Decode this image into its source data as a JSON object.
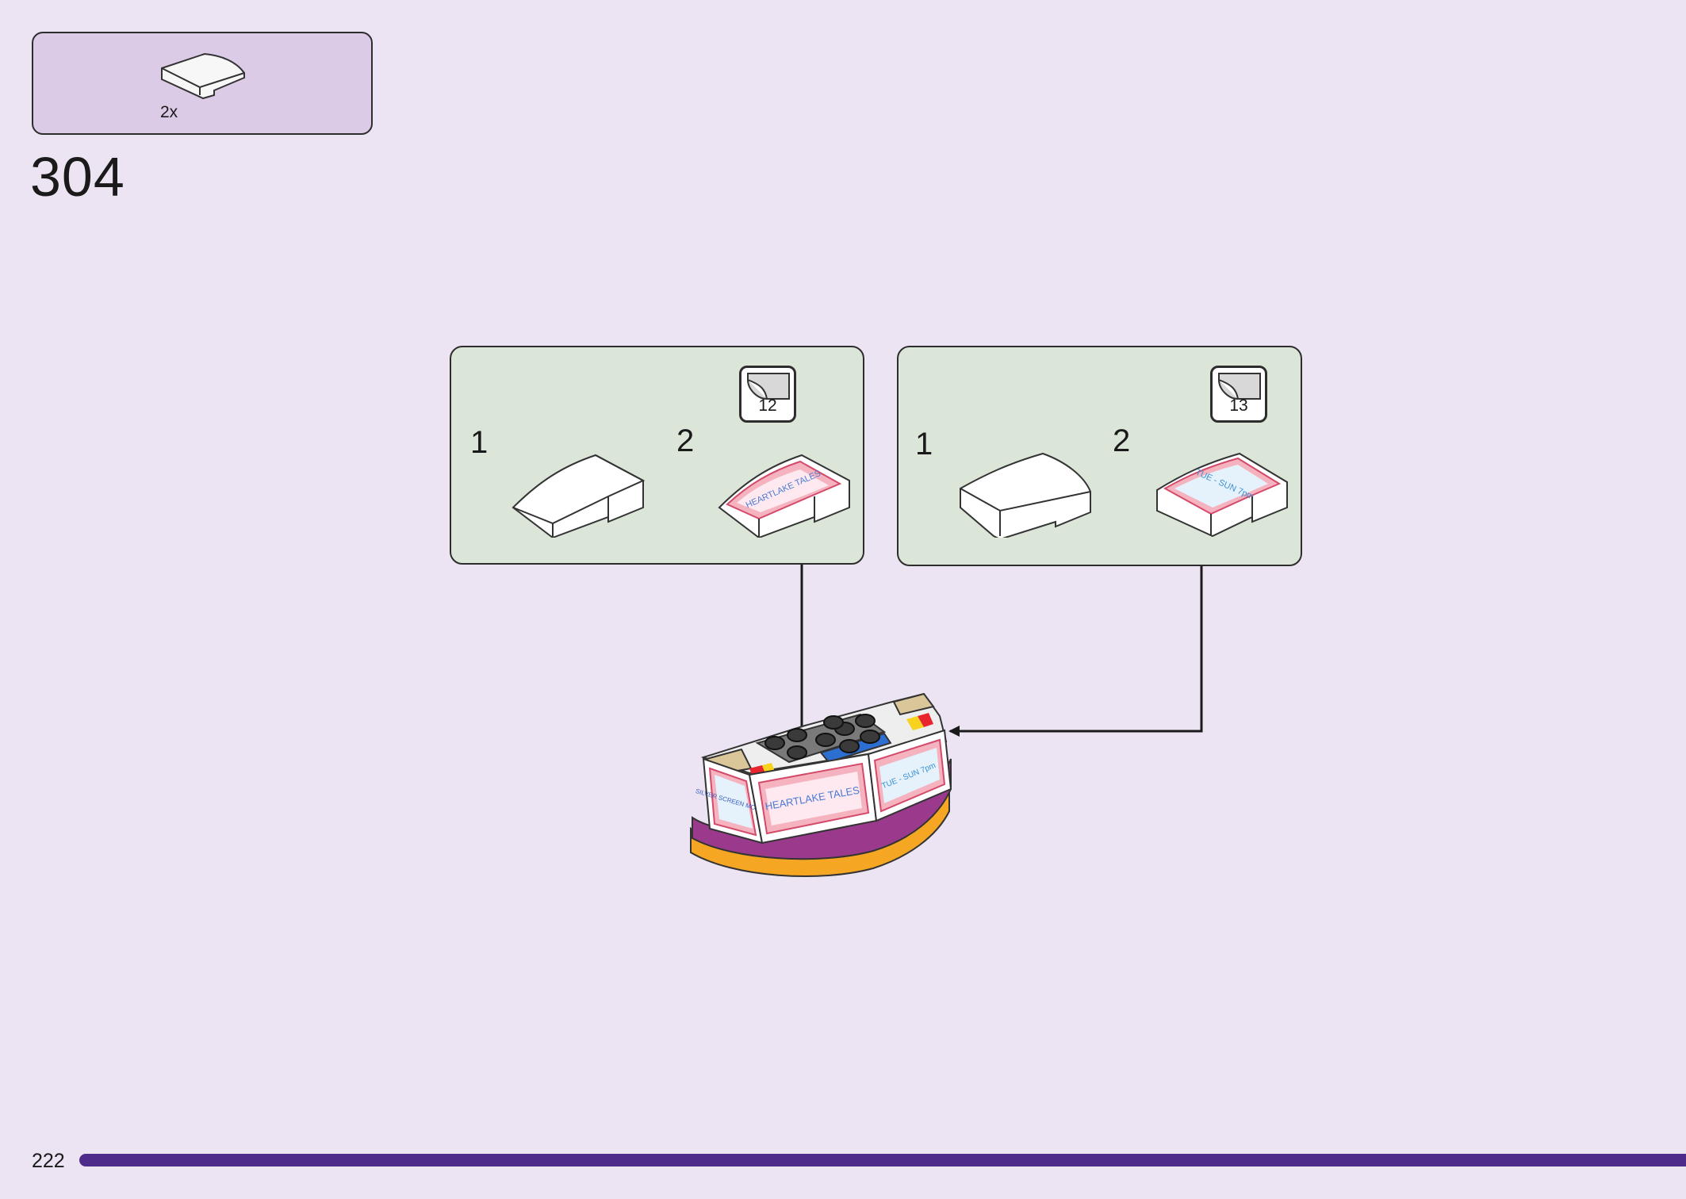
{
  "parts_list": {
    "quantity": "2x",
    "part_icon": "curved-slope-brick-white"
  },
  "step": {
    "number": "304"
  },
  "callouts": [
    {
      "substeps": [
        "1",
        "2"
      ],
      "sticker_number": "12",
      "sticker_text": "HEARTLAKE TALES"
    },
    {
      "substeps": [
        "1",
        "2"
      ],
      "sticker_number": "13",
      "sticker_text": "TUE - SUN 7pm"
    }
  ],
  "model": {
    "front_sign": "HEARTLAKE TALES",
    "right_sign": "TUE - SUN 7pm",
    "left_sign": "SILVER SCREEN MOVIES"
  },
  "footer": {
    "page_number": "222"
  },
  "colors": {
    "page_background": "#ece4f2",
    "parts_box": "#dccbe6",
    "callout_background": "#dbe6d9",
    "progress_bar": "#4e2a8a",
    "base_purple": "#9b3a8c",
    "base_orange": "#f5a623"
  }
}
